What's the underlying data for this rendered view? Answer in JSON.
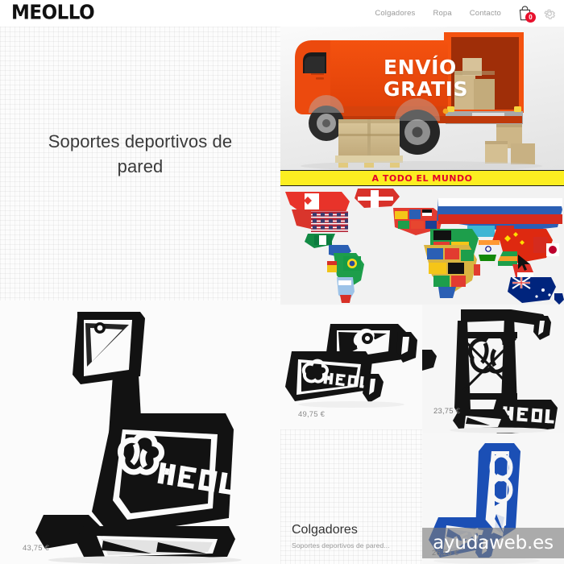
{
  "site": {
    "logo": "MEOLLO",
    "watermark": "ayudaweb.es"
  },
  "header": {
    "nav": [
      {
        "label": "Colgadores"
      },
      {
        "label": "Ropa"
      },
      {
        "label": "Contacto"
      }
    ],
    "cart": {
      "icon": "shopping-bag-icon",
      "count": "0"
    },
    "settings": {
      "icon": "gear-icon"
    }
  },
  "hero": {
    "title": "Soportes deportivos de pared"
  },
  "promo": {
    "shipping_line1": "ENVÍO",
    "shipping_line2": "GRATIS",
    "worldwide_banner": "A TODO EL MUNDO",
    "truck_color": "#ef4a10",
    "band_bg": "#fcee21",
    "band_text_color": "#e4002b"
  },
  "products": [
    {
      "name": "soporte-pared-negro-grande",
      "price": "43,75 €",
      "color": "#111111"
    },
    {
      "name": "colgador-doble-negro",
      "price": "49,75 €",
      "color": "#111111"
    },
    {
      "name": "soporte-pared-negro-gancho",
      "price": "23,75 €",
      "color": "#111111"
    },
    {
      "name": "soporte-pared-azul",
      "price": "26,25 €",
      "color": "#1b4fb5"
    }
  ],
  "category": {
    "title": "Colgadores",
    "subtitle": "Soportes deportivos de pared..."
  }
}
